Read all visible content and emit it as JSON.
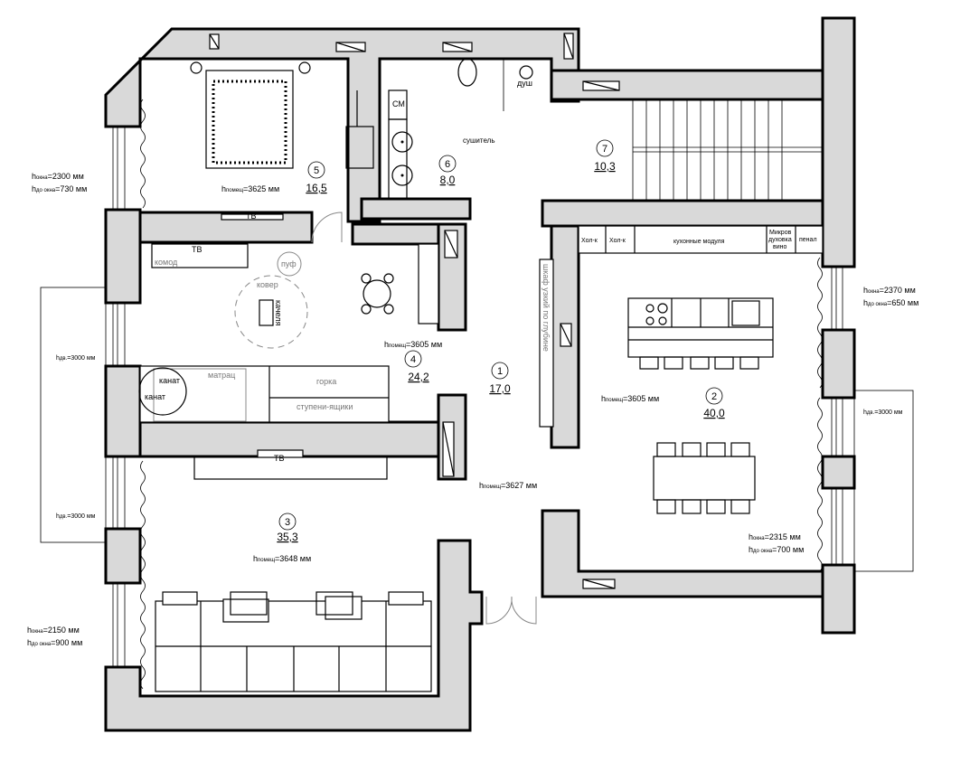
{
  "symbols": {
    "h": "h"
  },
  "rooms": [
    {
      "number": "1",
      "area": "17,0"
    },
    {
      "number": "2",
      "area": "40,0"
    },
    {
      "number": "3",
      "area": "35,3"
    },
    {
      "number": "4",
      "area": "24,2"
    },
    {
      "number": "5",
      "area": "16,5"
    },
    {
      "number": "6",
      "area": "8,0"
    },
    {
      "number": "7",
      "area": "10,3"
    }
  ],
  "heights": {
    "room5": {
      "sub": "помещ",
      "value": "=3625 мм"
    },
    "room4": {
      "sub": "помещ",
      "value": "=3605 мм"
    },
    "room2": {
      "sub": "помещ",
      "value": "=3605 мм"
    },
    "room1": {
      "sub": "помещ",
      "value": "=3627 мм"
    },
    "room3": {
      "sub": "помещ",
      "value": "=3648 мм"
    }
  },
  "windows": {
    "left_top": {
      "h_sub": "окна",
      "h_value": "=2300 мм",
      "sill_sub": "до окна",
      "sill_value": "=730 мм"
    },
    "left_bottom": {
      "h_sub": "окна",
      "h_value": "=2150 мм",
      "sill_sub": "до окна",
      "sill_value": "=900 мм"
    },
    "right_top": {
      "h_sub": "окна",
      "h_value": "=2370 мм",
      "sill_sub": "до окна",
      "sill_value": "=650 мм"
    },
    "right_bottom": {
      "h_sub": "окна",
      "h_value": "=2315 мм",
      "sill_sub": "до окна",
      "sill_value": "=700 мм"
    }
  },
  "doors": {
    "left_upper": {
      "sub": "дв.",
      "value": "=3000 мм"
    },
    "left_lower": {
      "sub": "дв.",
      "value": "=3000 мм"
    },
    "right": {
      "sub": "дв.",
      "value": "=3000 мм"
    }
  },
  "furniture": {
    "tv": "ТВ",
    "komod": "комод",
    "puf": "пуф",
    "kover": "ковер",
    "kachelya": "качеля",
    "matrac": "матрац",
    "kanat": "канат",
    "gorka": "горка",
    "stupeni": "ступени-ящики",
    "shkaf": "шкаф узкий по глубине",
    "sm": "СМ",
    "dush": "душ",
    "sushitel": "сушитель",
    "kitchen": [
      "Хол-к",
      "Хол-к",
      "кухонные модуля",
      "Микров",
      "духовка",
      "вино",
      "пенал"
    ]
  }
}
